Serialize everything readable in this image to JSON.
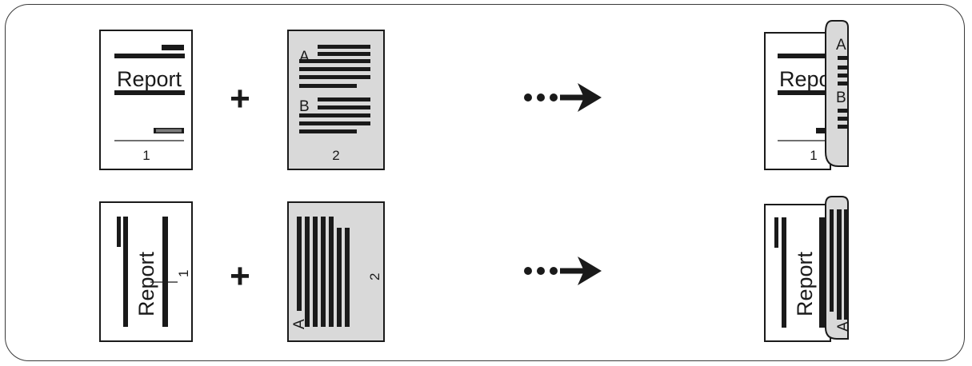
{
  "colors": {
    "ink": "#1a1a1a",
    "page_fill": "#ffffff",
    "insert_fill": "#d9d9d9",
    "frame_border": "#3a3a3a"
  },
  "rows": [
    {
      "orientation": "portrait",
      "page1": {
        "title": "Report",
        "page_number": "1"
      },
      "operator": "+",
      "page2": {
        "label_a": "A",
        "label_b": "B",
        "page_number": "2"
      },
      "arrow": "dotted-arrow-icon",
      "result": {
        "title": "Repo",
        "label_a": "A",
        "label_b": "B",
        "page_number": "1"
      }
    },
    {
      "orientation": "landscape",
      "page1": {
        "title": "Report",
        "page_number": "1"
      },
      "operator": "+",
      "page2": {
        "label_a": "A",
        "page_number": "2"
      },
      "arrow": "dotted-arrow-icon",
      "result": {
        "title": "Report",
        "label_a": "A"
      }
    }
  ]
}
